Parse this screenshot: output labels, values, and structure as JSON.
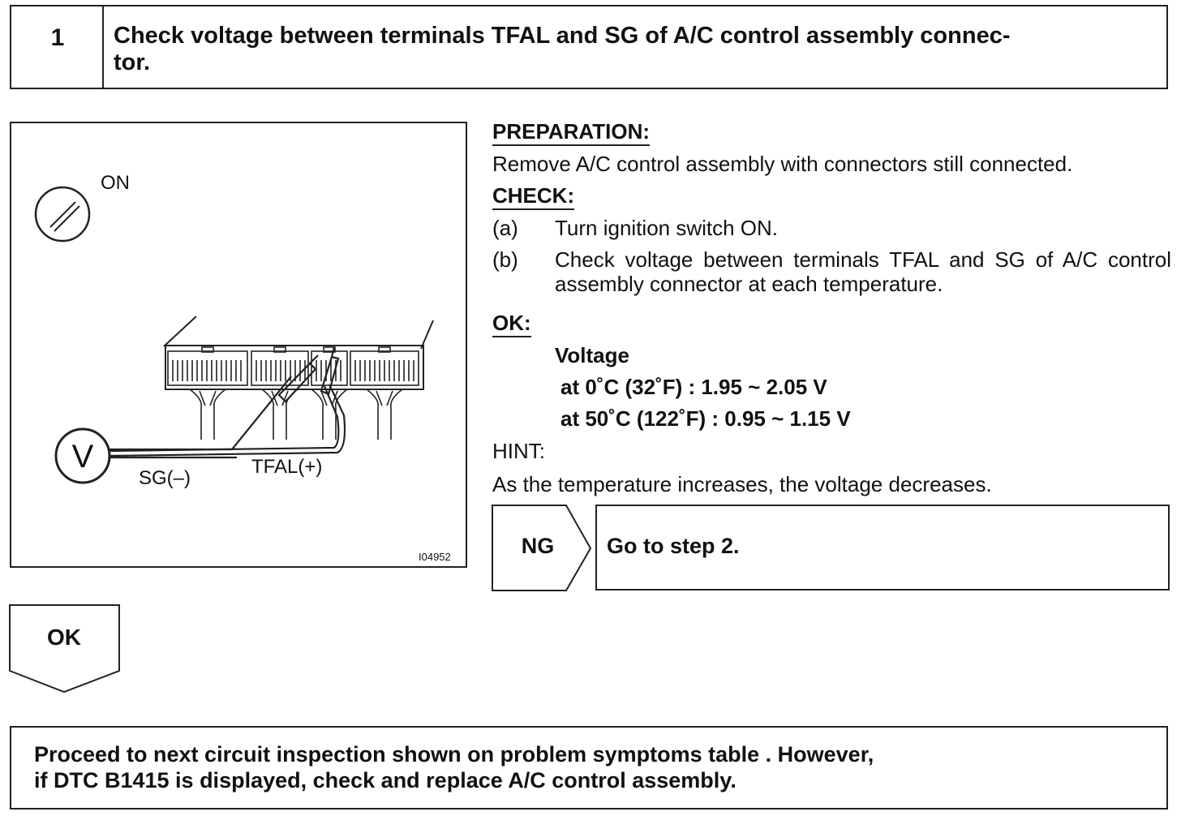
{
  "step": {
    "number": "1",
    "title": "Check voltage between terminals TFAL and SG of A/C control assembly connec-tor."
  },
  "figure": {
    "switch_label": "ON",
    "meter_symbol": "V",
    "probe_negative_label": "SG(–)",
    "probe_positive_label": "TFAL(+)",
    "figure_id": "I04952"
  },
  "preparation": {
    "heading": "PREPARATION:",
    "text": "Remove A/C control assembly with connectors still connected."
  },
  "check": {
    "heading": "CHECK:",
    "items": [
      {
        "letter": "(a)",
        "text": "Turn ignition switch ON."
      },
      {
        "letter": "(b)",
        "text": "Check voltage between terminals TFAL and SG of A/C control assembly connector at each temperature."
      }
    ]
  },
  "ok_spec": {
    "heading": "OK:",
    "label": "Voltage",
    "lines": [
      "at 0˚C (32˚F) : 1.95 ~ 2.05 V",
      "at 50˚C (122˚F) : 0.95 ~ 1.15 V"
    ]
  },
  "hint": {
    "label": "HINT:",
    "text": "As the temperature increases, the voltage decreases."
  },
  "ng_branch": {
    "label": "NG",
    "action": "Go to step 2."
  },
  "ok_branch": {
    "label": "OK"
  },
  "conclusion": {
    "line1": "Proceed to next circuit inspection shown on problem symptoms table . However,",
    "line2": "if DTC B1415 is displayed, check and replace A/C control assembly."
  }
}
